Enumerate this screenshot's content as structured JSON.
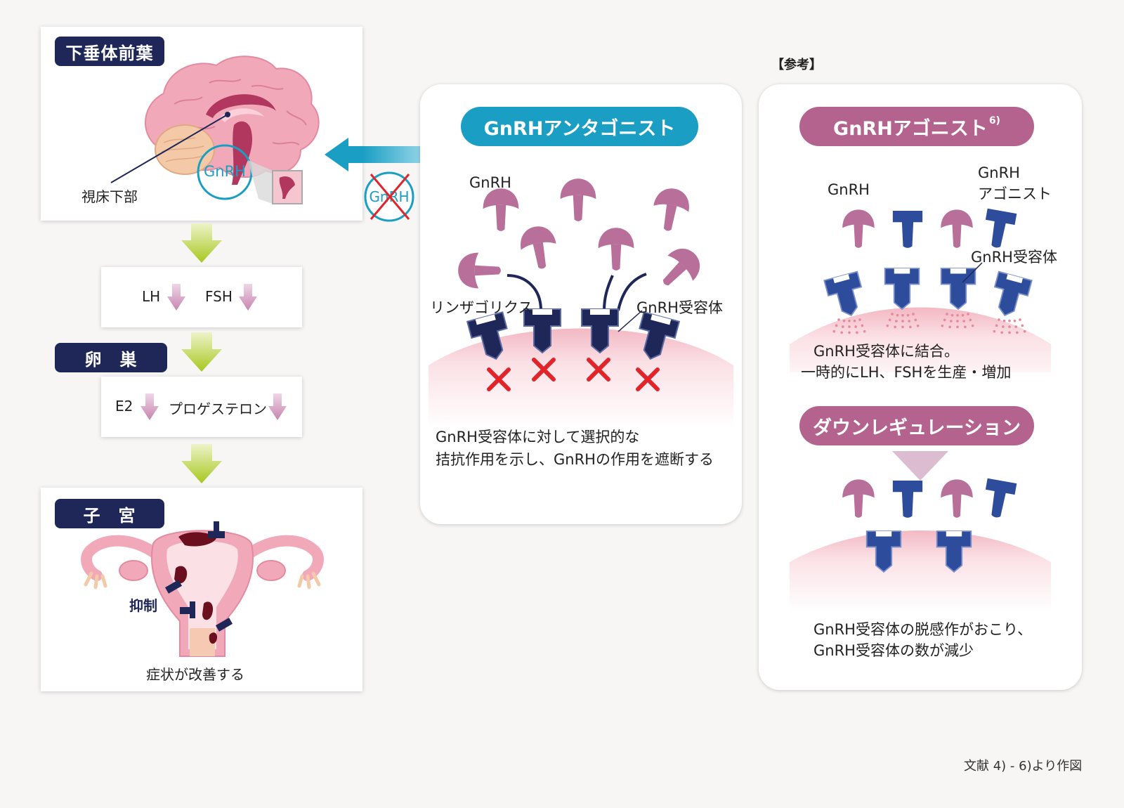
{
  "pituitary": {
    "tag": "下垂体前葉",
    "hypothalamus_label": "視床下部",
    "gnrh_circle_label": "GnRH"
  },
  "hormones": {
    "lh": "LH",
    "fsh": "FSH"
  },
  "ovary": {
    "tag": "卵　巣",
    "e2": "E2",
    "progesterone": "プロゲステロン"
  },
  "uterus": {
    "tag": "子　宮",
    "inhibit_label": "抑制",
    "result": "症状が改善する"
  },
  "blocked_gnrh_label": "GnRH",
  "antagonist": {
    "title": "GnRHアンタゴニスト",
    "gnrh_label": "GnRH",
    "drug_label": "リンザゴリクス",
    "receptor_label": "GnRH受容体",
    "desc_line1": "GnRH受容体に対して選択的な",
    "desc_line2": "拮抗作用を示し、GnRHの作用を遮断する"
  },
  "reference": {
    "bracket_label": "【参考】",
    "title": "GnRHアゴニスト",
    "title_ref": "6)",
    "gnrh_label": "GnRH",
    "agonist_label_line1": "GnRH",
    "agonist_label_line2": "アゴニスト",
    "receptor_label": "GnRH受容体",
    "bind_line1": "GnRH受容体に結合。",
    "bind_line2": "一時的にLH、FSHを生産・増加",
    "downreg_title": "ダウンレギュレーション",
    "result_line1": "GnRH受容体の脱感作がおこり、",
    "result_line2": "GnRH受容体の数が減少"
  },
  "source_note": "文献 4) - 6)より作図",
  "colors": {
    "navy": "#1e2757",
    "antagonist_blue": "#1a9ec4",
    "agonist_mauve": "#b4638f",
    "ligand_pink": "#b86f9a",
    "agonist_blue": "#2e4c9c",
    "green_arrow": "#a8cc2a",
    "cross_red": "#e1232a",
    "down_arrow_pink": "#d9a6c6"
  }
}
